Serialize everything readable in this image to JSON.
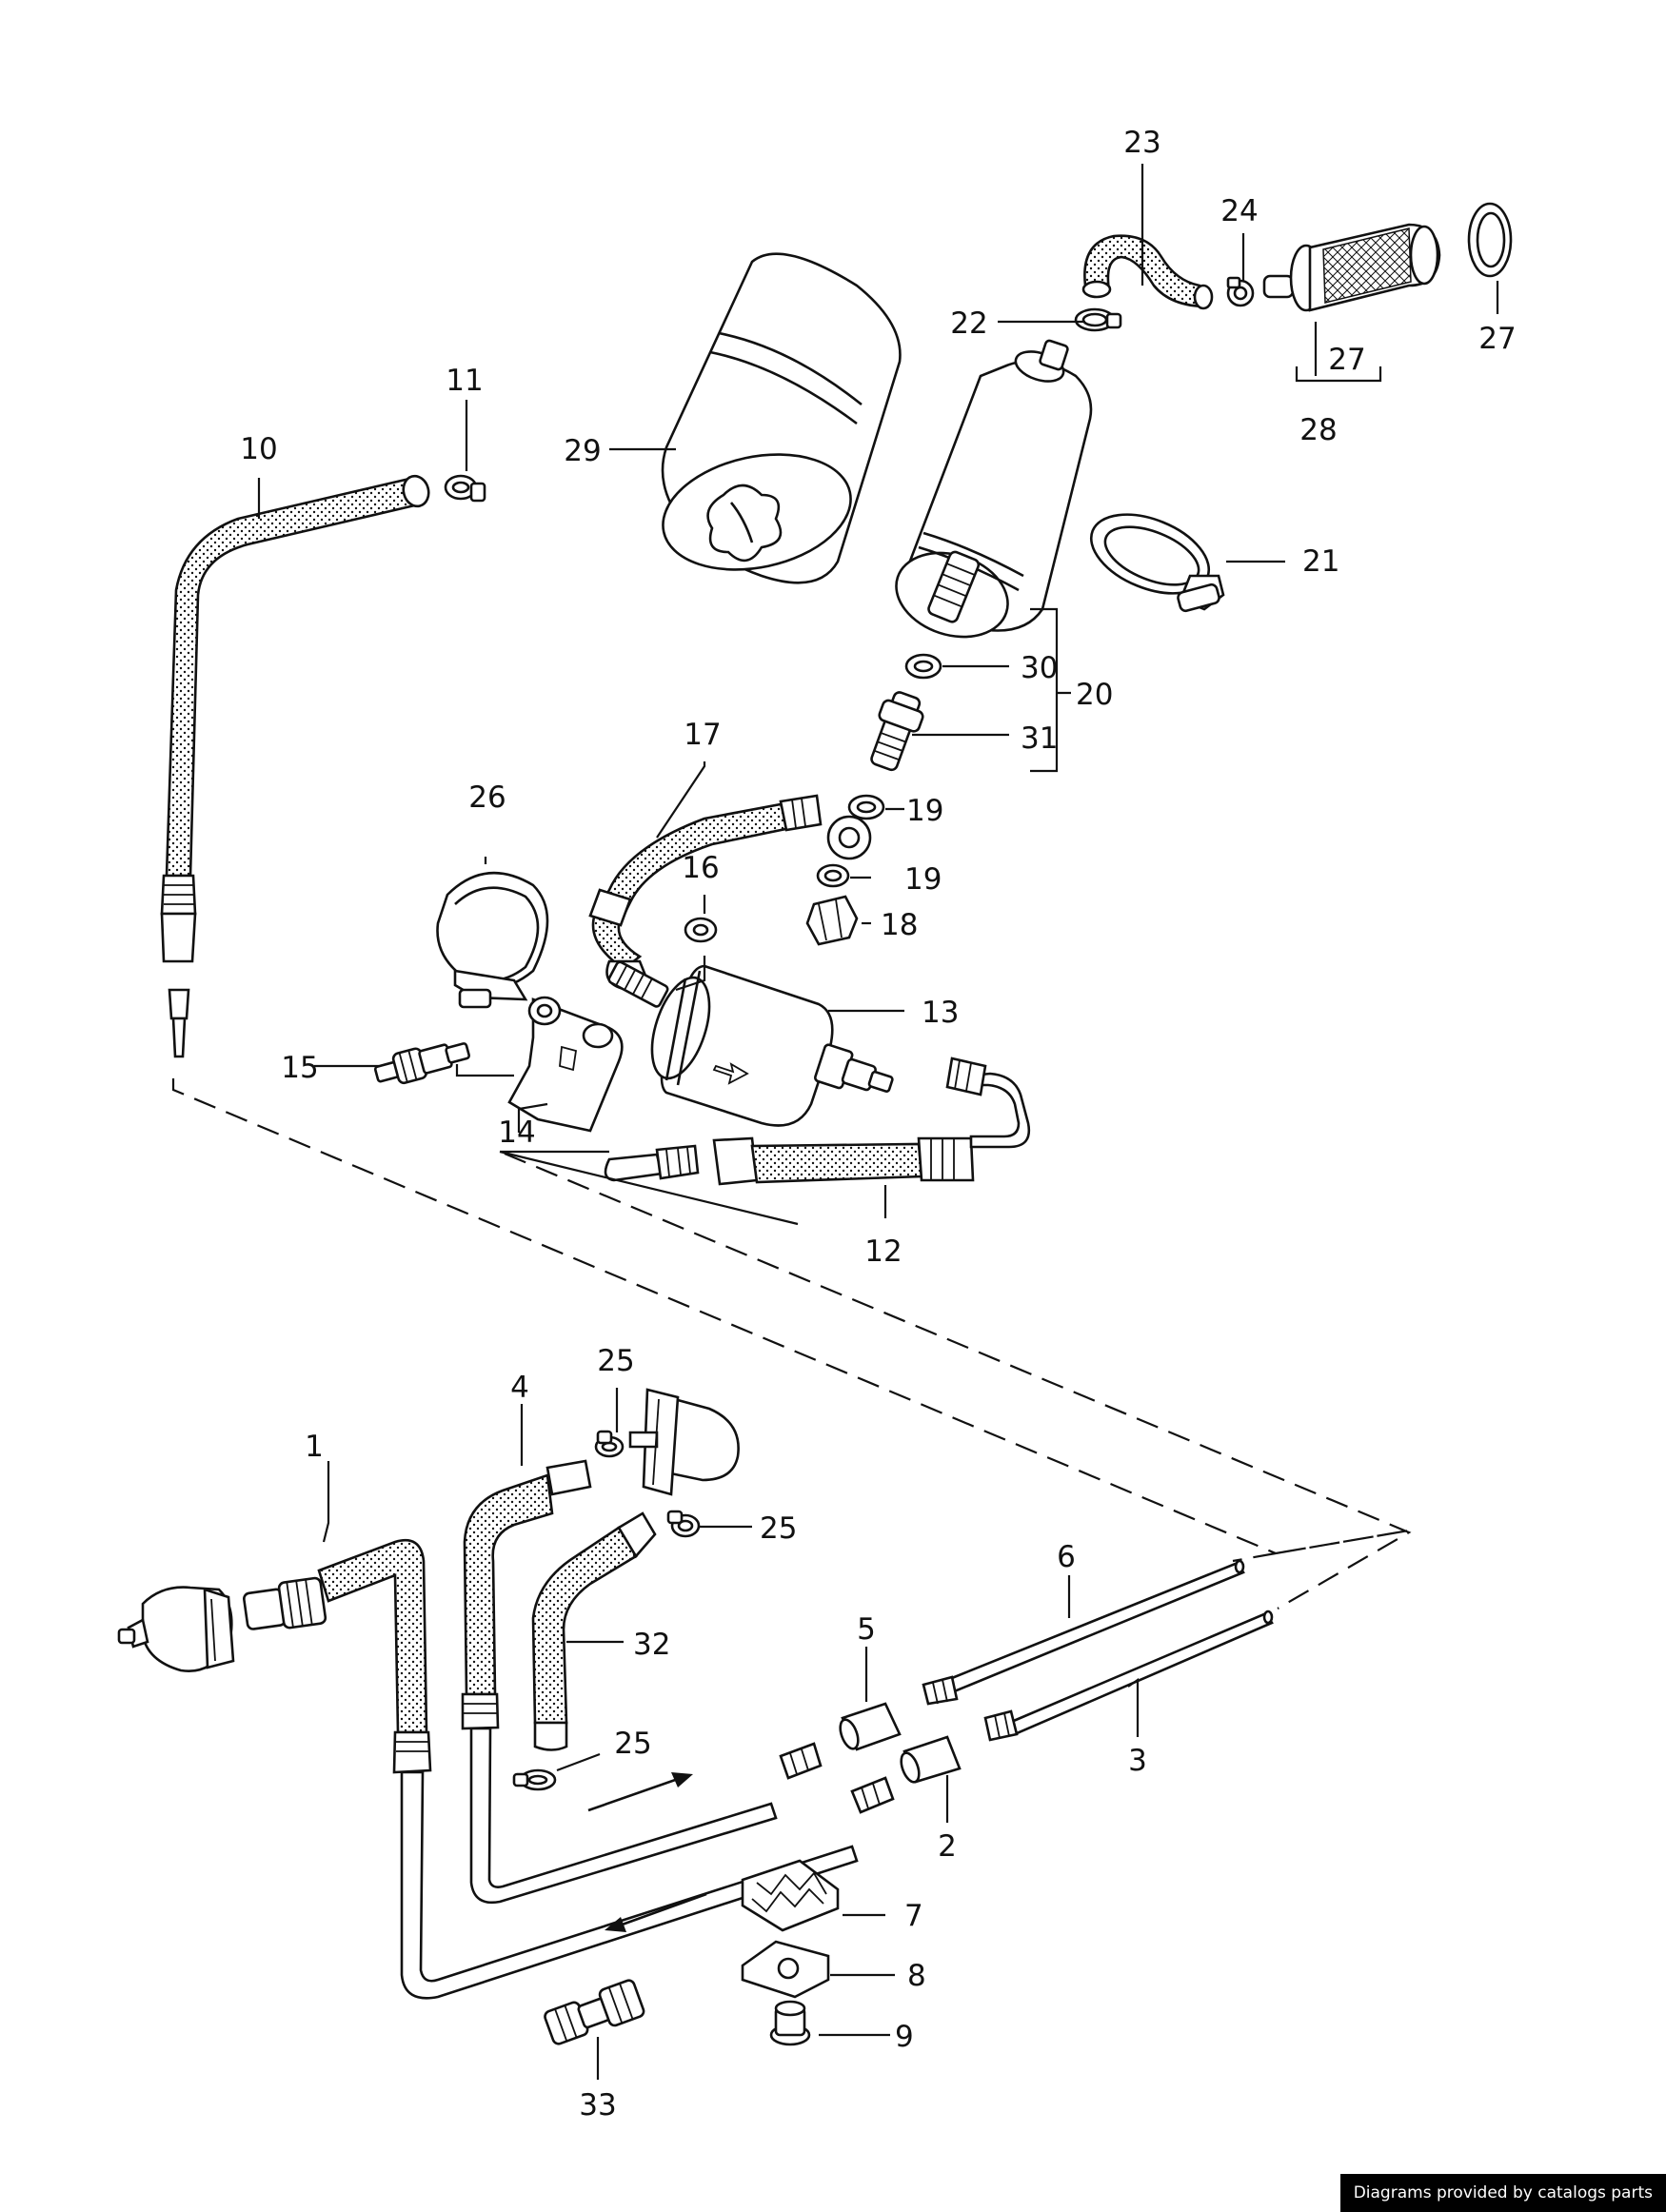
{
  "footer": {
    "credit": "Diagrams provided by catalogs parts"
  },
  "labels": {
    "l1": "1",
    "l2": "2",
    "l3": "3",
    "l4": "4",
    "l5": "5",
    "l6": "6",
    "l7": "7",
    "l8": "8",
    "l9": "9",
    "l10": "10",
    "l11": "11",
    "l12": "12",
    "l13": "13",
    "l14": "14",
    "l15": "15",
    "l16": "16",
    "l17": "17",
    "l18": "18",
    "l19a": "19",
    "l19b": "19",
    "l20": "20",
    "l21": "21",
    "l22": "22",
    "l23": "23",
    "l24": "24",
    "l25a": "25",
    "l25b": "25",
    "l25c": "25",
    "l26": "26",
    "l27a": "27",
    "l27b": "27",
    "l28": "28",
    "l29": "29",
    "l30": "30",
    "l31": "31",
    "l32": "32",
    "l33": "33"
  }
}
